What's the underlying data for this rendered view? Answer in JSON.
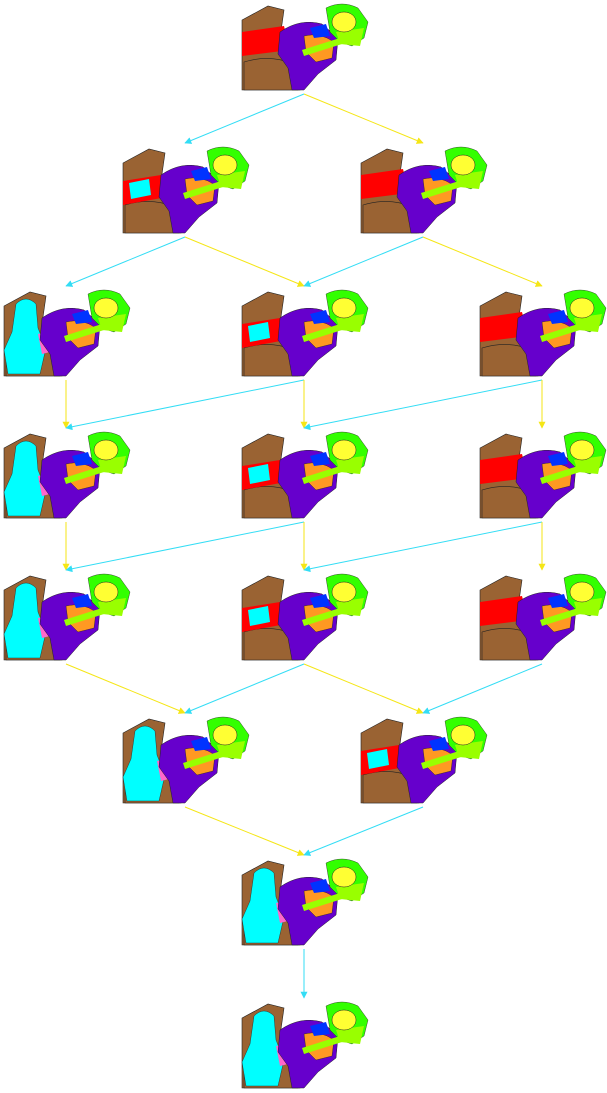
{
  "diagram": {
    "description_free": true,
    "edge_colors": {
      "cyan": "#33ddf5",
      "yellow": "#f5e616"
    },
    "palette": {
      "brown": "#9a6333",
      "red": "#ff0000",
      "cyan": "#00ffff",
      "purple": "#6600cc",
      "orange": "#ff9922",
      "yellow": "#ffff33",
      "green": "#33ff00",
      "lightgreen": "#99ff00",
      "pink": "#ff66cc",
      "blue": "#0033ff",
      "outline": "#222222"
    },
    "nodes": [
      {
        "id": "n0",
        "row": 0,
        "col": 1.0,
        "variant": "red-chair"
      },
      {
        "id": "n1",
        "row": 1,
        "col": 0.5,
        "variant": "cyan-accent"
      },
      {
        "id": "n2",
        "row": 1,
        "col": 1.5,
        "variant": "red-chair"
      },
      {
        "id": "n3",
        "row": 2,
        "col": 0.0,
        "variant": "cyan-figure"
      },
      {
        "id": "n4",
        "row": 2,
        "col": 1.0,
        "variant": "cyan-accent"
      },
      {
        "id": "n5",
        "row": 2,
        "col": 2.0,
        "variant": "red-chair"
      },
      {
        "id": "n6",
        "row": 3,
        "col": 0.0,
        "variant": "cyan-figure"
      },
      {
        "id": "n7",
        "row": 3,
        "col": 1.0,
        "variant": "cyan-accent"
      },
      {
        "id": "n8",
        "row": 3,
        "col": 2.0,
        "variant": "red-chair"
      },
      {
        "id": "n9",
        "row": 4,
        "col": 0.0,
        "variant": "cyan-figure"
      },
      {
        "id": "n10",
        "row": 4,
        "col": 1.0,
        "variant": "cyan-accent"
      },
      {
        "id": "n11",
        "row": 4,
        "col": 2.0,
        "variant": "red-chair"
      },
      {
        "id": "n12",
        "row": 5,
        "col": 0.5,
        "variant": "cyan-figure"
      },
      {
        "id": "n13",
        "row": 5,
        "col": 1.5,
        "variant": "cyan-accent"
      },
      {
        "id": "n14",
        "row": 6,
        "col": 1.0,
        "variant": "cyan-figure"
      },
      {
        "id": "n15",
        "row": 7,
        "col": 1.0,
        "variant": "cyan-figure"
      }
    ],
    "edges": [
      {
        "from": "n0",
        "to": "n1",
        "color": "cyan"
      },
      {
        "from": "n0",
        "to": "n2",
        "color": "yellow"
      },
      {
        "from": "n1",
        "to": "n3",
        "color": "cyan"
      },
      {
        "from": "n1",
        "to": "n4",
        "color": "yellow"
      },
      {
        "from": "n2",
        "to": "n4",
        "color": "cyan"
      },
      {
        "from": "n2",
        "to": "n5",
        "color": "yellow"
      },
      {
        "from": "n3",
        "to": "n6",
        "color": "yellow"
      },
      {
        "from": "n4",
        "to": "n6",
        "color": "cyan"
      },
      {
        "from": "n4",
        "to": "n7",
        "color": "yellow"
      },
      {
        "from": "n5",
        "to": "n7",
        "color": "cyan"
      },
      {
        "from": "n5",
        "to": "n8",
        "color": "yellow"
      },
      {
        "from": "n6",
        "to": "n9",
        "color": "yellow"
      },
      {
        "from": "n7",
        "to": "n9",
        "color": "cyan"
      },
      {
        "from": "n7",
        "to": "n10",
        "color": "yellow"
      },
      {
        "from": "n8",
        "to": "n10",
        "color": "cyan"
      },
      {
        "from": "n8",
        "to": "n11",
        "color": "yellow"
      },
      {
        "from": "n9",
        "to": "n12",
        "color": "yellow"
      },
      {
        "from": "n10",
        "to": "n12",
        "color": "cyan"
      },
      {
        "from": "n10",
        "to": "n13",
        "color": "yellow"
      },
      {
        "from": "n11",
        "to": "n13",
        "color": "cyan"
      },
      {
        "from": "n12",
        "to": "n14",
        "color": "yellow"
      },
      {
        "from": "n13",
        "to": "n14",
        "color": "cyan"
      },
      {
        "from": "n14",
        "to": "n15",
        "color": "cyan"
      }
    ]
  }
}
